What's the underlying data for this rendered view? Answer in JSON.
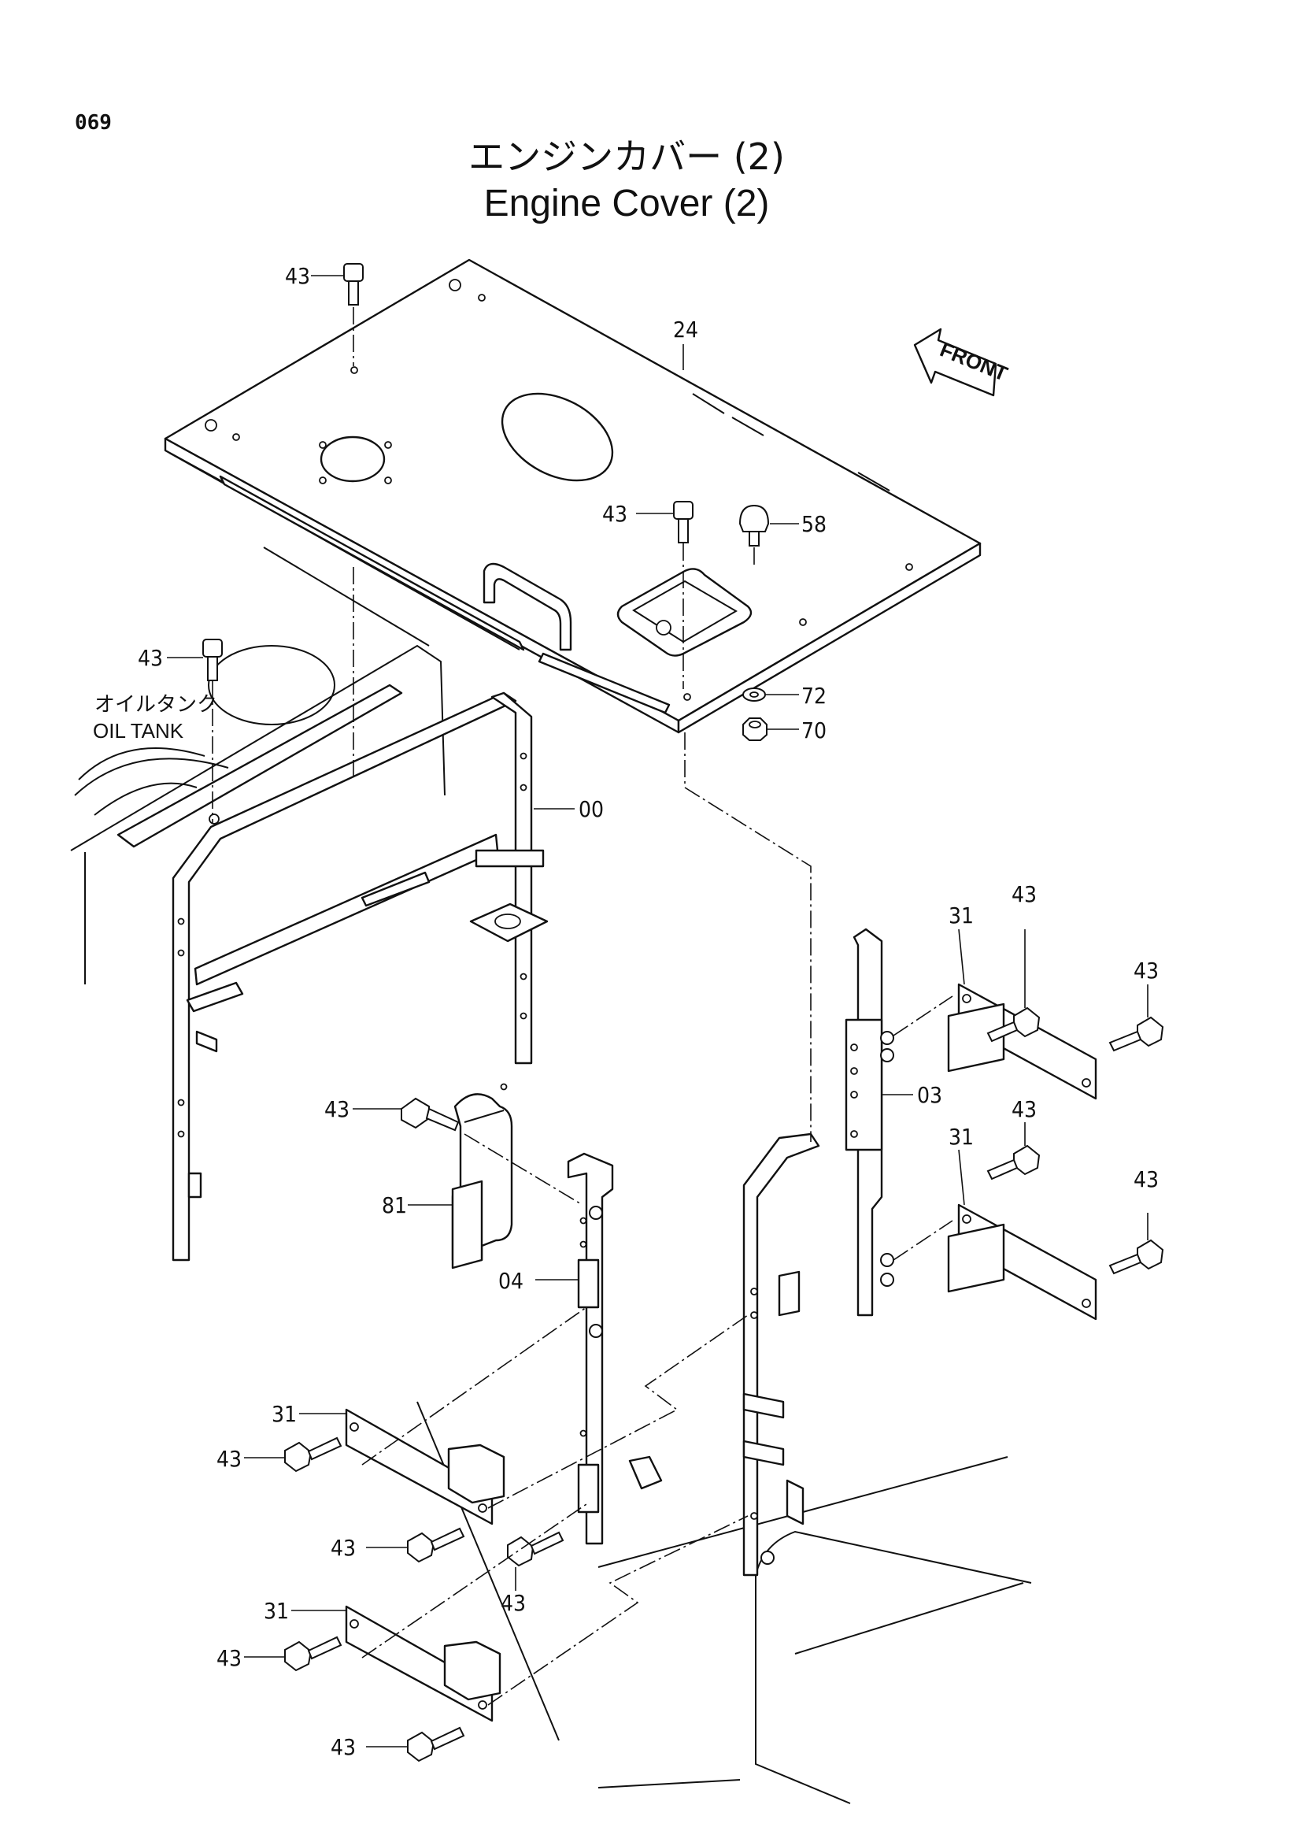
{
  "header": {
    "page_number": "069",
    "title_jp": "エンジンカバー (2)",
    "title_en": "Engine Cover (2)"
  },
  "annotations": {
    "front_arrow": "FRONT",
    "oil_tank_jp": "オイルタンク",
    "oil_tank_en": "OIL TANK"
  },
  "callouts": {
    "c1": "43",
    "c2": "24",
    "c3": "43",
    "c4": "58",
    "c5": "43",
    "c6": "72",
    "c7": "70",
    "c8": "00",
    "c9": "43",
    "c10": "31",
    "c11": "43",
    "c12": "03",
    "c13": "43",
    "c14": "31",
    "c15": "43",
    "c16": "43",
    "c17": "81",
    "c18": "04",
    "c19": "31",
    "c20": "43",
    "c21": "43",
    "c22": "43",
    "c23": "31",
    "c24": "43",
    "c25": "43"
  }
}
